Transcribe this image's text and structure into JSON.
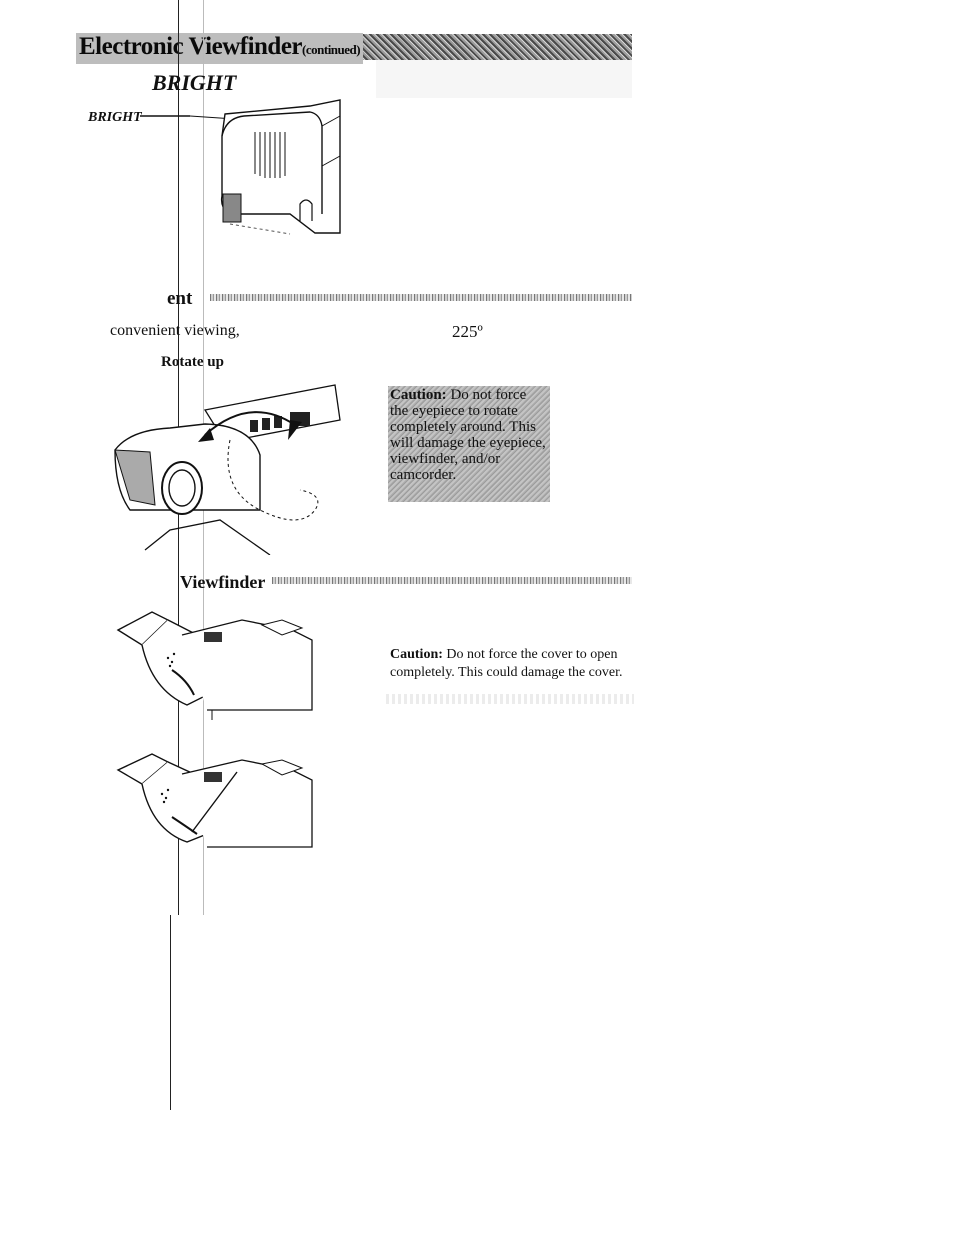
{
  "header": {
    "title": "Electronic Viewfinder",
    "subtitle": "(continued)"
  },
  "bright_section": {
    "heading": "BRIGHT",
    "callout_label": "BRIGHT"
  },
  "adjust_section": {
    "heading_fragment": "ent",
    "body_text": "convenient viewing,",
    "angle_value": "225º",
    "subheading": "Rotate up"
  },
  "caution1": {
    "label": "Caution:",
    "text": "Do not force the eyepiece to rotate completely around. This will damage the eyepiece, viewfinder, and/or camcorder."
  },
  "viewfinder_section": {
    "heading": "Viewfinder"
  },
  "caution2": {
    "label": "Caution:",
    "text": "Do not force the cover to open completely. This could damage the cover."
  },
  "colors": {
    "ink": "#111111",
    "header_band": "#8a8a8a",
    "caution_box": "#b4b4b4"
  }
}
